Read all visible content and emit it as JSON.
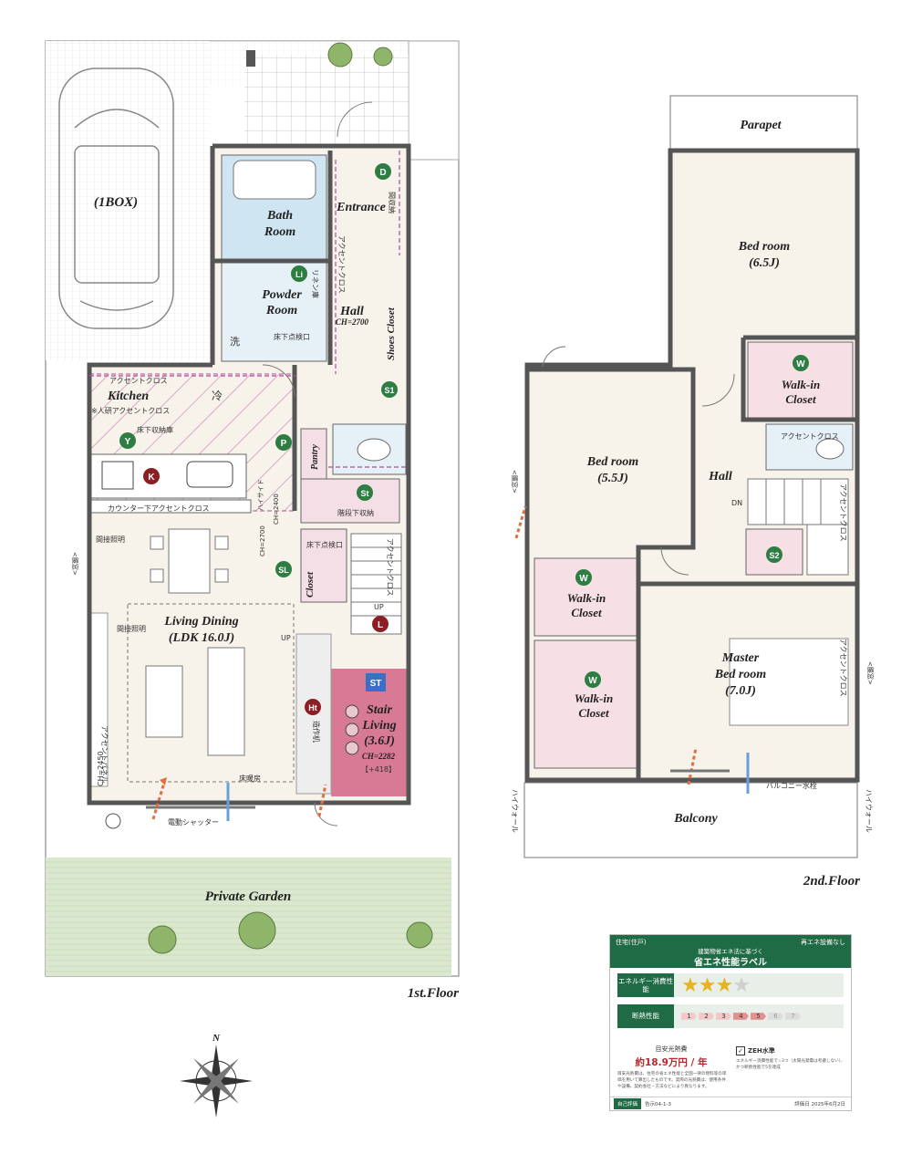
{
  "first_floor": {
    "caption": "1st.Floor",
    "car": "(1BOX)",
    "rooms": {
      "bath": [
        "Bath",
        "Room"
      ],
      "powder": [
        "Powder",
        "Room"
      ],
      "entrance": "Entrance",
      "hall": "Hall",
      "hall_ch": "CH=2700",
      "shoes": "Shoes Closet",
      "kitchen": "Kitchen",
      "pantry": "Pantry",
      "closet": "Closet",
      "living": [
        "Living Dining",
        "(LDK 16.0J)"
      ],
      "stair_living": [
        "Stair",
        "Living",
        "(3.6J)"
      ],
      "stair_ch": "CH=2282",
      "stair_note": "【+418】",
      "garden": "Private Garden"
    },
    "notes": {
      "kitchen_cross": "※人研アクセントクロス",
      "accent_cross": "アクセントクロス",
      "under_floor": "床下収納庫",
      "counter": "カウンター下アクセントクロス",
      "indirect": "間接照明",
      "indirect2": "間接照明",
      "accent_panel": "アクセントパネル",
      "ch2450": "CH=2450",
      "floor_heat": "床暖房",
      "shutter": "電動シャッター",
      "fridge": "冷",
      "wash": "洗",
      "inspection": "床下点検口",
      "inspection2": "床下点検口",
      "under_stair": "階段下収納",
      "linen": "リネン庫",
      "storage": "間収納",
      "desk": "造作机",
      "ch2700b": "CH=2700",
      "ch2400": "CH=2400",
      "high_window": "ハイサイド",
      "accent_v": "アクセントクロス",
      "accent_v2": "アクセントクロス",
      "window_left": "<腰窓>",
      "up1": "UP",
      "up2": "UP"
    },
    "badges": {
      "D": "D",
      "Li": "Li",
      "S1": "S1",
      "P": "P",
      "Y": "Y",
      "K": "K",
      "St": "St",
      "SL": "SL",
      "L": "L",
      "ST": "ST",
      "Ht": "Ht"
    }
  },
  "second_floor": {
    "caption": "2nd.Floor",
    "rooms": {
      "parapet": "Parapet",
      "bed1": [
        "Bed room",
        "(6.5J)"
      ],
      "bed2": [
        "Bed room",
        "(5.5J)"
      ],
      "wic1": [
        "Walk-in",
        "Closet"
      ],
      "wic2": [
        "Walk-in",
        "Closet"
      ],
      "wic3": [
        "Walk-in",
        "Closet"
      ],
      "hall": "Hall",
      "master": [
        "Master",
        "Bed room",
        "(7.0J)"
      ],
      "balcony": "Balcony"
    },
    "notes": {
      "accent_cross": "アクセントクロス",
      "accent_v": "アクセントクロス",
      "accent_v2": "アクセントクロス",
      "dn": "DN",
      "balcony_tap": "バルコニー水栓",
      "high_wall_l": "ハイウォール",
      "high_wall_r": "ハイウォール",
      "window_l": "<腰窓>",
      "window_r": "<腰窓>"
    },
    "badges": {
      "W1": "W",
      "W2": "W",
      "W3": "W",
      "S2": "S2"
    }
  },
  "compass": "N",
  "energy_label": {
    "top_left": "住宅(住戸)",
    "top_right": "再エネ設備なし",
    "subtitle": "建築物省エネ法に基づく",
    "title": "省エネ性能ラベル",
    "energy_key": "エネルギー消費性能",
    "energy_stars": 3,
    "energy_stars_max": 4,
    "insulation_key": "断熱性能",
    "insulation_levels": [
      "1",
      "2",
      "3",
      "4",
      "5",
      "6",
      "7"
    ],
    "insulation_level": 5,
    "cost_title": "目安光熱費",
    "cost_value": "約18.9万円 / 年",
    "zeh": "ZEH水準",
    "note_left": "目安光熱費は、住宅の省エネ性能と全国一律の燃料等の単価を用いて算出したものです。実際の光熱費は、使用条件や設備、契約会社・方法などにより異なります。",
    "note_right": "エネルギー消費性能で☆3つ（太陽光発電は考慮しない）、かつ断熱性能で5を達成",
    "self_eval": "自己評価",
    "self_eval_code": "告示04-1-3",
    "date": "評価日 2025年6月2日"
  }
}
